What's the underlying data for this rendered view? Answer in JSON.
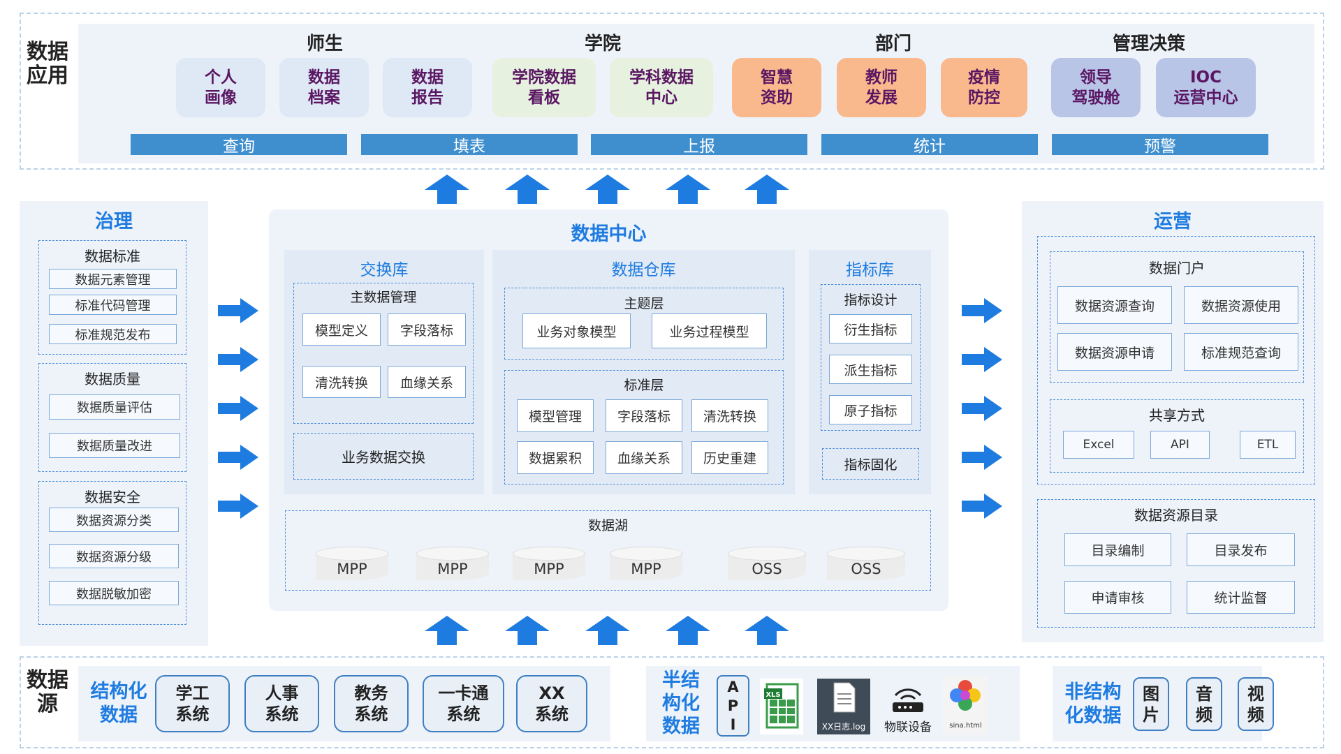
{
  "top": {
    "side_title": "数据\n应用",
    "groups": [
      {
        "title": "师生"
      },
      {
        "title": "学院"
      },
      {
        "title": "部门"
      },
      {
        "title": "管理决策"
      }
    ],
    "cards": [
      {
        "label": "个人\n画像"
      },
      {
        "label": "数据\n档案"
      },
      {
        "label": "数据\n报告"
      },
      {
        "label": "学院数据\n看板"
      },
      {
        "label": "学科数据\n中心"
      },
      {
        "label": "智慧\n资助"
      },
      {
        "label": "教师\n发展"
      },
      {
        "label": "疫情\n防控"
      },
      {
        "label": "领导\n驾驶舱"
      },
      {
        "label": "IOC\n运营中心"
      }
    ],
    "bars": [
      "查询",
      "填表",
      "上报",
      "统计",
      "预警"
    ]
  },
  "governance": {
    "title": "治理",
    "sections": [
      {
        "title": "数据标准",
        "items": [
          "数据元素管理",
          "标准代码管理",
          "标准规范发布"
        ]
      },
      {
        "title": "数据质量",
        "items": [
          "数据质量评估",
          "数据质量改进"
        ]
      },
      {
        "title": "数据安全",
        "items": [
          "数据资源分类",
          "数据资源分级",
          "数据脱敏加密"
        ]
      }
    ]
  },
  "center": {
    "title": "数据中心",
    "exchange": {
      "title": "交换库",
      "master_title": "主数据管理",
      "master_items": [
        "模型定义",
        "字段落标",
        "清洗转换",
        "血缘关系"
      ],
      "biz_exchange": "业务数据交换"
    },
    "warehouse": {
      "title": "数据仓库",
      "subject_title": "主题层",
      "subject_items": [
        "业务对象模型",
        "业务过程模型"
      ],
      "standard_title": "标准层",
      "standard_items": [
        "模型管理",
        "字段落标",
        "清洗转换",
        "数据累积",
        "血缘关系",
        "历史重建"
      ]
    },
    "metrics": {
      "title": "指标库",
      "design_title": "指标设计",
      "design_items": [
        "衍生指标",
        "派生指标",
        "原子指标"
      ],
      "solidify": "指标固化"
    },
    "lake": {
      "title": "数据湖",
      "stores": [
        "MPP",
        "MPP",
        "MPP",
        "MPP",
        "OSS",
        "OSS"
      ]
    }
  },
  "operation": {
    "title": "运营",
    "portal_title": "数据门户",
    "portal_items": [
      "数据资源查询",
      "数据资源使用",
      "数据资源申请",
      "标准规范查询"
    ],
    "share_title": "共享方式",
    "share_items": [
      "Excel",
      "API",
      "ETL"
    ],
    "catalog_title": "数据资源目录",
    "catalog_items": [
      "目录编制",
      "目录发布",
      "申请审核",
      "统计监督"
    ]
  },
  "source": {
    "side_title": "数据\n源",
    "structured_title": "结构化\n数据",
    "structured_items": [
      "学工\n系统",
      "人事\n系统",
      "教务\n系统",
      "一卡通\n系统",
      "XX\n系统"
    ],
    "semi_title": "半结\n构化\n数据",
    "semi_api": "A\nP\nI",
    "log_file": "XX日志.log",
    "iot_label": "物联设备",
    "html_file": "sina.html",
    "xls_tag": "XLS",
    "unstructured_title": "非结构\n化数据",
    "unstructured_items": [
      "图\n片",
      "音\n频",
      "视\n频"
    ]
  },
  "colors": {
    "accent": "#1e7be0",
    "arrow": "#1e7be0",
    "bar": "#3f8fcf",
    "card_text": "#5a1662"
  }
}
